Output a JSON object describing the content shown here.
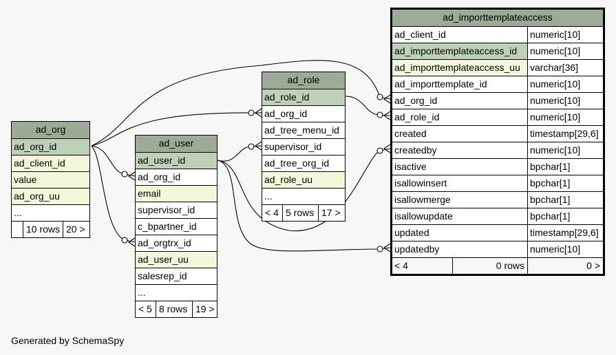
{
  "tables": {
    "ad_org": {
      "title": "ad_org",
      "columns": [
        "ad_org_id",
        "ad_client_id",
        "value",
        "ad_org_uu",
        "..."
      ],
      "footer": [
        "",
        "10 rows",
        "20 >"
      ]
    },
    "ad_user": {
      "title": "ad_user",
      "columns": [
        "ad_user_id",
        "ad_org_id",
        "email",
        "supervisor_id",
        "c_bpartner_id",
        "ad_orgtrx_id",
        "ad_user_uu",
        "salesrep_id",
        "..."
      ],
      "footer": [
        "< 5",
        "8 rows",
        "19 >"
      ]
    },
    "ad_role": {
      "title": "ad_role",
      "columns": [
        "ad_role_id",
        "ad_org_id",
        "ad_tree_menu_id",
        "supervisor_id",
        "ad_tree_org_id",
        "ad_role_uu",
        "..."
      ],
      "footer": [
        "< 4",
        "5 rows",
        "17 >"
      ]
    },
    "ad_importtemplateaccess": {
      "title": "ad_importtemplateaccess",
      "columns": [
        {
          "name": "ad_client_id",
          "type": "numeric[10]"
        },
        {
          "name": "ad_importtemplateaccess_id",
          "type": "numeric[10]"
        },
        {
          "name": "ad_importtemplateaccess_uu",
          "type": "varchar[36]"
        },
        {
          "name": "ad_importtemplate_id",
          "type": "numeric[10]"
        },
        {
          "name": "ad_org_id",
          "type": "numeric[10]"
        },
        {
          "name": "ad_role_id",
          "type": "numeric[10]"
        },
        {
          "name": "created",
          "type": "timestamp[29,6]"
        },
        {
          "name": "createdby",
          "type": "numeric[10]"
        },
        {
          "name": "isactive",
          "type": "bpchar[1]"
        },
        {
          "name": "isallowinsert",
          "type": "bpchar[1]"
        },
        {
          "name": "isallowmerge",
          "type": "bpchar[1]"
        },
        {
          "name": "isallowupdate",
          "type": "bpchar[1]"
        },
        {
          "name": "updated",
          "type": "timestamp[29,6]"
        },
        {
          "name": "updatedby",
          "type": "numeric[10]"
        }
      ],
      "footer": [
        "< 4",
        "0 rows",
        "0 >"
      ]
    }
  },
  "caption": "Generated by SchemaSpy"
}
